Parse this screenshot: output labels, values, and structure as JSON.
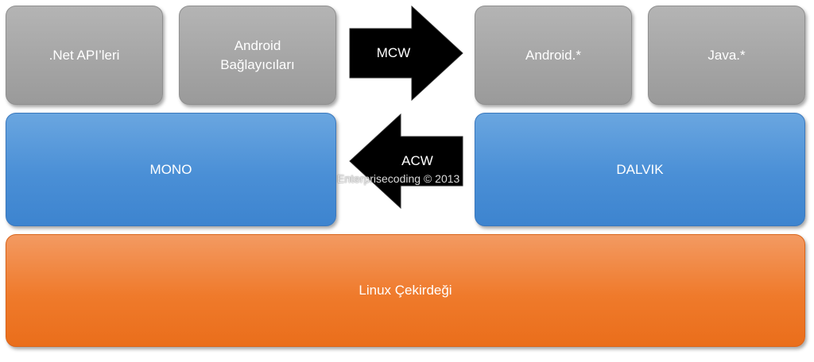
{
  "top_row": {
    "net_api": ".Net API’leri",
    "android_bindings": "Android\nBağlayıcıları",
    "android_pkg": "Android.*",
    "java_pkg": "Java.*"
  },
  "middle_row": {
    "mono": "MONO",
    "dalvik": "DALVIK"
  },
  "bottom_row": {
    "kernel": "Linux Çekirdeği"
  },
  "arrows": {
    "mcw": "MCW",
    "acw": "ACW"
  },
  "watermark": "Enterprisecoding © 2013",
  "colors": {
    "gray_box": "#a6a6a6",
    "blue_box": "#4a8fd6",
    "orange_box": "#ef7a2b",
    "arrow": "#000000"
  }
}
